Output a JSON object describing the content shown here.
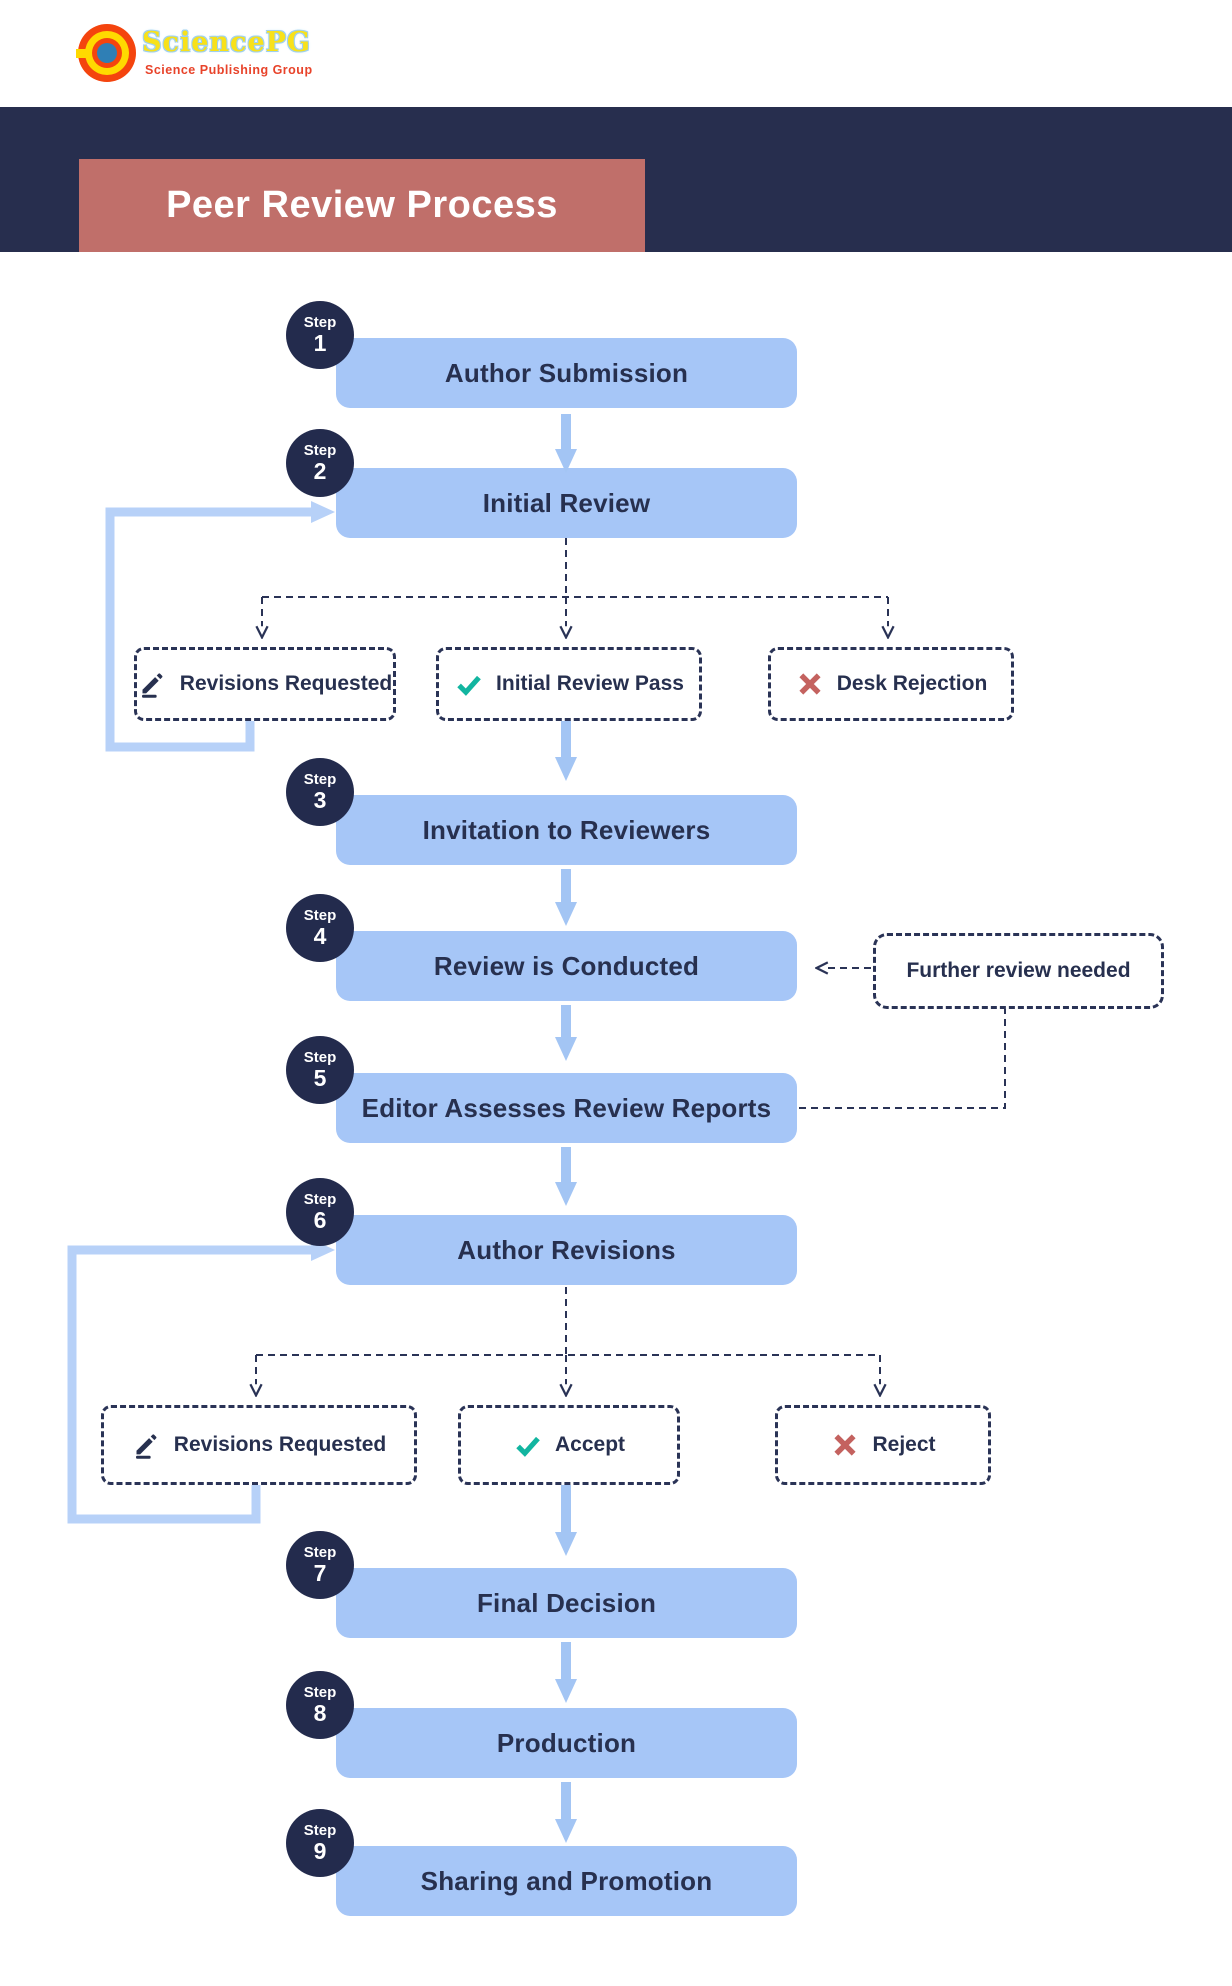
{
  "brand": {
    "name": "SciencePG",
    "tagline": "Science Publishing Group"
  },
  "header": {
    "title": "Peer Review Process"
  },
  "step_word": "Step",
  "steps": [
    {
      "num": "1",
      "title": "Author Submission"
    },
    {
      "num": "2",
      "title": "Initial Review"
    },
    {
      "num": "3",
      "title": "Invitation to Reviewers"
    },
    {
      "num": "4",
      "title": "Review is Conducted"
    },
    {
      "num": "5",
      "title": "Editor Assesses Review Reports"
    },
    {
      "num": "6",
      "title": "Author Revisions"
    },
    {
      "num": "7",
      "title": "Final Decision"
    },
    {
      "num": "8",
      "title": "Production"
    },
    {
      "num": "9",
      "title": "Sharing and Promotion"
    }
  ],
  "branch1": {
    "revisions_requested": {
      "label": "Revisions Requested",
      "icon": "pencil-icon"
    },
    "initial_review_pass": {
      "label": "Initial Review Pass",
      "icon": "check-icon"
    },
    "desk_rejection": {
      "label": "Desk Rejection",
      "icon": "x-icon"
    }
  },
  "branch2": {
    "revisions_requested": {
      "label": "Revisions Requested",
      "icon": "pencil-icon"
    },
    "accept": {
      "label": "Accept",
      "icon": "check-icon"
    },
    "reject": {
      "label": "Reject",
      "icon": "x-icon"
    }
  },
  "callout": {
    "further_review": "Further review needed"
  },
  "colors": {
    "navy_band": "#272e4e",
    "node_blue": "#a6c6f7",
    "arrow_blue": "#a3c5f4",
    "loop_blue": "#b7d1f8",
    "banner_salmon": "#c06f6a",
    "check_teal": "#12b5a0",
    "reject_red": "#c4625f",
    "text_navy": "#27304f"
  }
}
